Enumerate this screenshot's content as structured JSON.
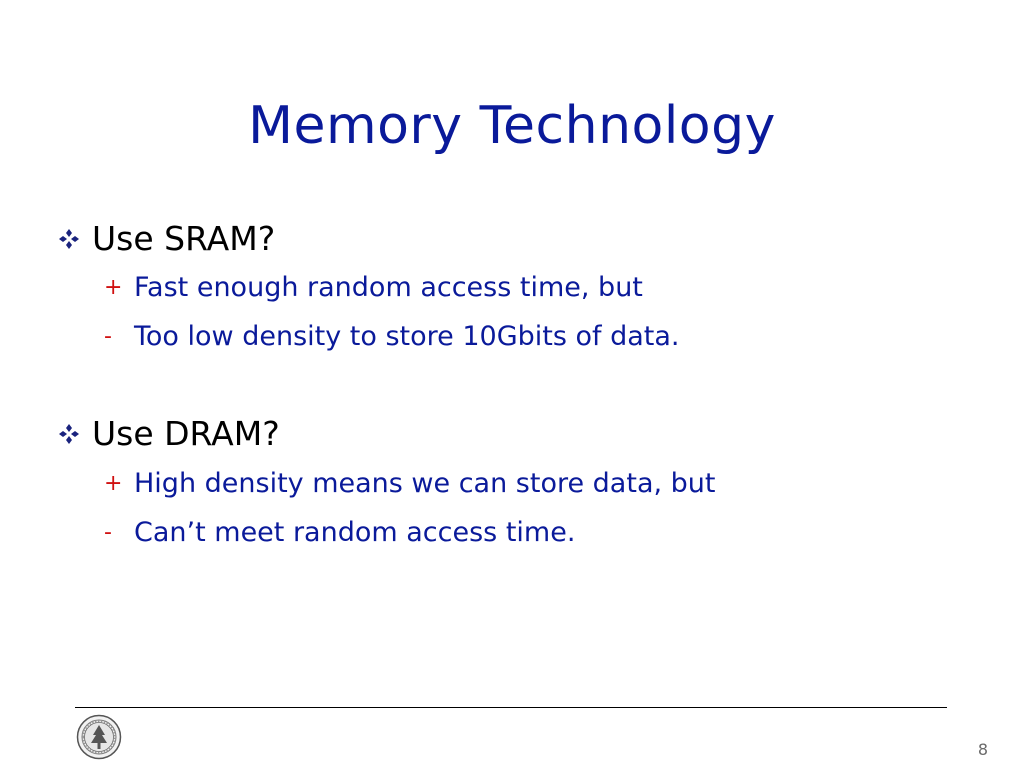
{
  "slide": {
    "title": "Memory Technology",
    "bullets": [
      {
        "text": "Use SRAM?",
        "sub": [
          {
            "marker": "+",
            "text": "Fast enough random access time, but"
          },
          {
            "marker": "-",
            "text": "Too low density to store 10Gbits of data."
          }
        ]
      },
      {
        "text": "Use DRAM?",
        "sub": [
          {
            "marker": "+",
            "text": "High density means we can store data, but"
          },
          {
            "marker": "-",
            "text": "Can’t meet random access time."
          }
        ]
      }
    ],
    "page_number": "8"
  },
  "colors": {
    "title": "#0a1a9a",
    "subtext": "#0a1a9a",
    "marker": "#d01010",
    "bullet_icon": "#1a237e"
  },
  "icons": {
    "bullet": "four-diamond-bullet-icon",
    "seal": "university-seal-icon"
  }
}
